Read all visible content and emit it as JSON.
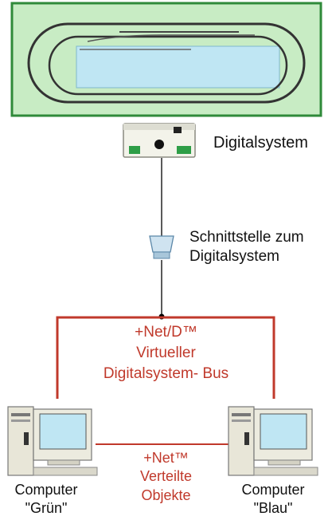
{
  "labels": {
    "digitalsystem": "Digitalsystem",
    "interface_line1": "Schnittstelle zum",
    "interface_line2": "Digitalsystem",
    "bus_line1": "+Net/D™",
    "bus_line2": "Virtueller",
    "bus_line3": "Digitalsystem- Bus",
    "net_line1": "+Net™",
    "net_line2": "Verteilte",
    "net_line3": "Objekte",
    "computer_left_line1": "Computer",
    "computer_left_line2": "\"Grün\"",
    "computer_right_line1": "Computer",
    "computer_right_line2": "\"Blau\""
  },
  "colors": {
    "layout_background": "#c8ecc4",
    "layout_border": "#2f8a3a",
    "track": "#333333",
    "inner_board": "#bfe6f3",
    "bus_line": "#c0392b",
    "connector_line": "#000000"
  }
}
